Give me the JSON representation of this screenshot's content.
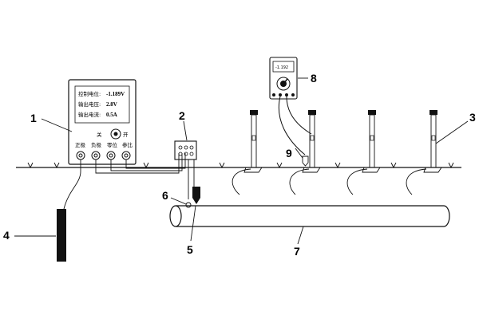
{
  "rectifier": {
    "readouts": [
      {
        "label": "控制电位:",
        "value": "-1.189V"
      },
      {
        "label": "输出电压:",
        "value": "2.8V"
      },
      {
        "label": "输出电流:",
        "value": "0.5A"
      }
    ],
    "switch_off": "关",
    "switch_on": "开",
    "terminals": [
      "正极",
      "负极",
      "零位",
      "参比"
    ]
  },
  "multimeter": {
    "display": "-1.192"
  },
  "callouts": [
    "1",
    "2",
    "3",
    "4",
    "5",
    "6",
    "7",
    "8",
    "9"
  ]
}
